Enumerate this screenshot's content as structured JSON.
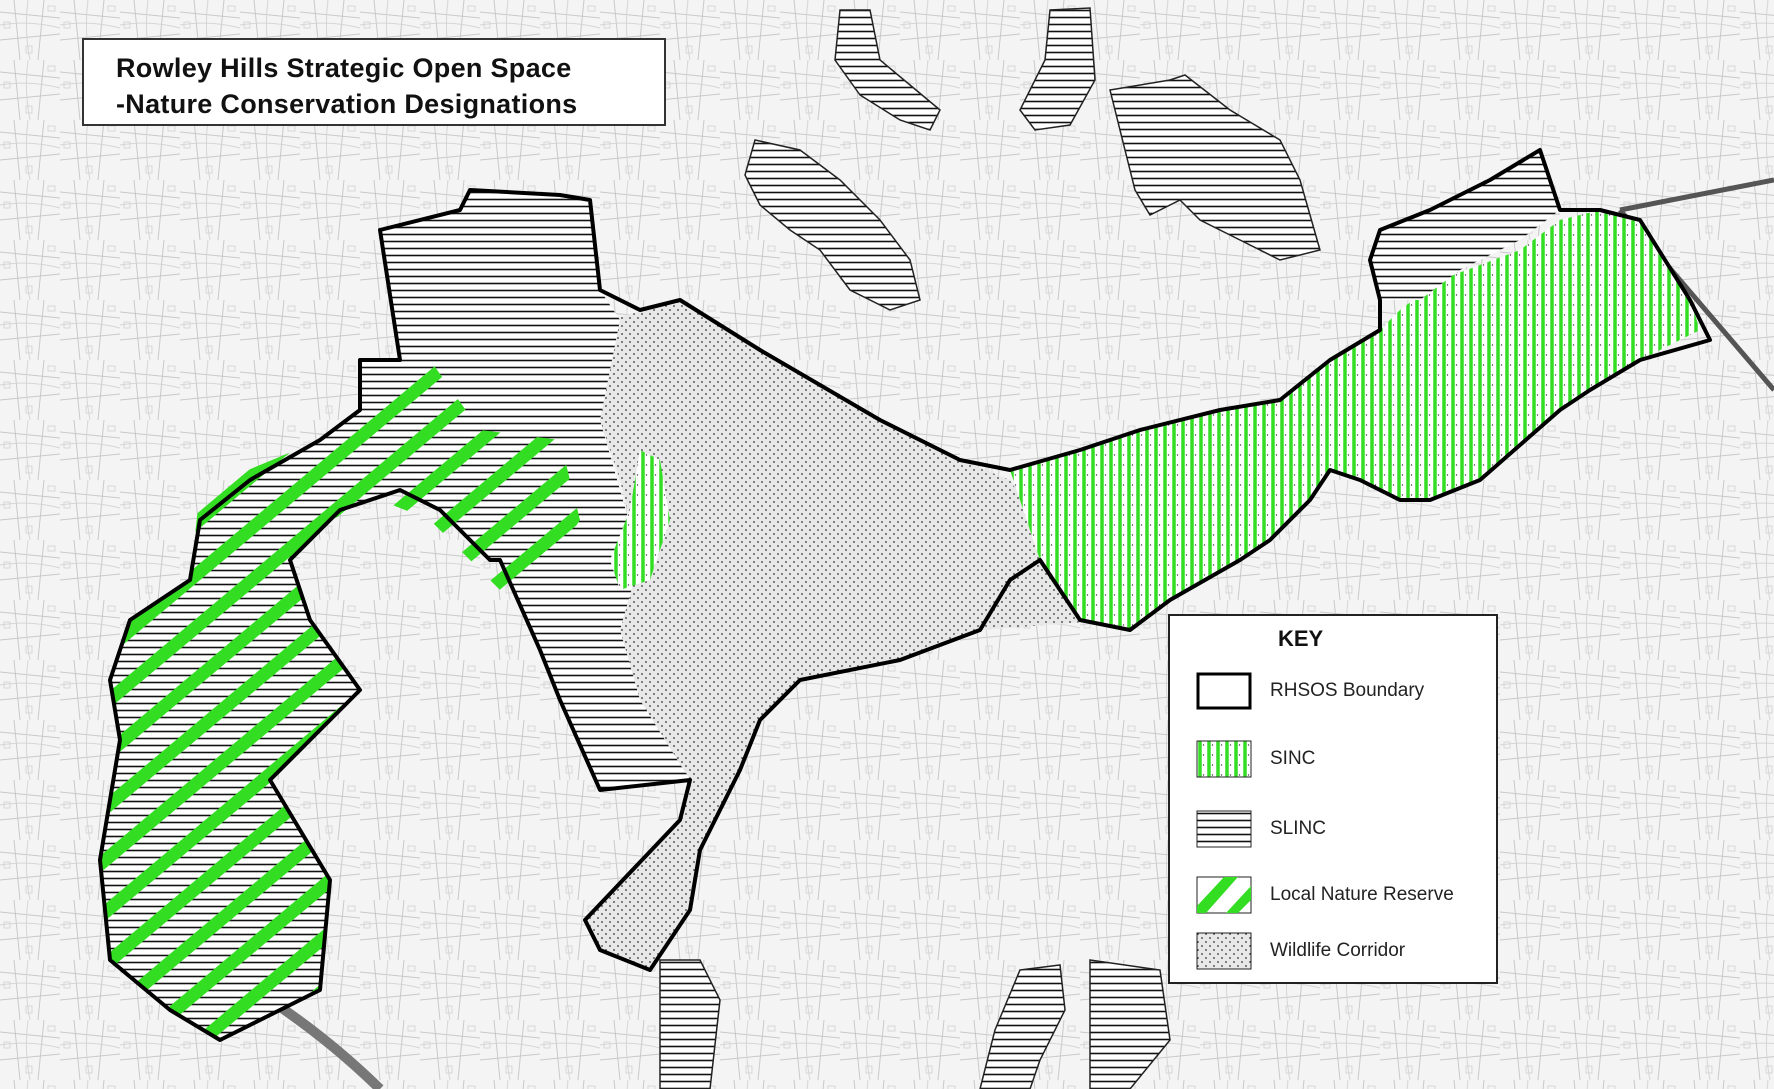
{
  "map": {
    "title_line1": "Rowley Hills Strategic Open Space",
    "title_line2": "-Nature Conservation Designations",
    "colors": {
      "sinc_green": "#33dd22",
      "boundary": "#000000",
      "background_streets": "#c8c8c8"
    }
  },
  "legend": {
    "title": "KEY",
    "items": [
      {
        "id": "boundary",
        "label": "RHSOS Boundary",
        "pattern": "outline"
      },
      {
        "id": "sinc",
        "label": "SINC",
        "pattern": "green-vertical-stripes"
      },
      {
        "id": "slinc",
        "label": "SLINC",
        "pattern": "black-horizontal-lines"
      },
      {
        "id": "lnr",
        "label": "Local Nature Reserve",
        "pattern": "green-diagonal-stripes"
      },
      {
        "id": "wildlife",
        "label": "Wildlife Corridor",
        "pattern": "stipple-dots"
      }
    ]
  }
}
